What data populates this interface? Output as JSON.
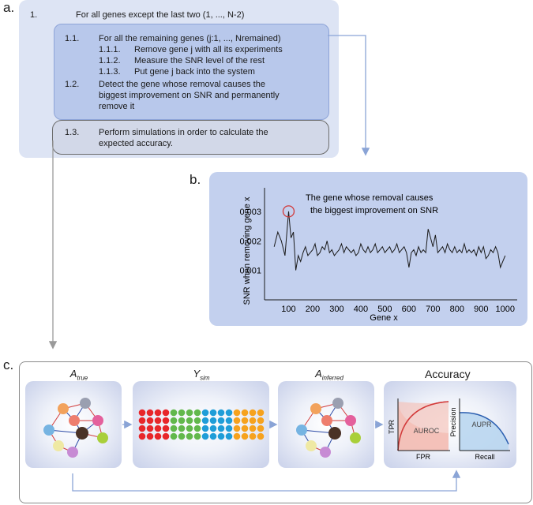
{
  "panels": {
    "a": "a.",
    "b": "b.",
    "c": "c."
  },
  "panel_a": {
    "step1": {
      "num": "1.",
      "text": "For all genes except the last two (1, ..., N-2)"
    },
    "step1_1": {
      "num": "1.1.",
      "text": "For all the remaining genes (j:1, ..., Nremained)"
    },
    "step1_1_1": {
      "num": "1.1.1.",
      "text": "Remove gene j with all its experiments"
    },
    "step1_1_2": {
      "num": "1.1.2.",
      "text": "Measure the SNR level of the rest"
    },
    "step1_1_3": {
      "num": "1.1.3.",
      "text": "Put gene j back into the system"
    },
    "step1_2": {
      "num": "1.2.",
      "line1": "Detect the gene whose removal causes the",
      "line2": "biggest improvement on SNR and permanently",
      "line3": "remove it"
    },
    "step1_3": {
      "num": "1.3.",
      "line1": "Perform simulations in order to calculate the",
      "line2": "expected accuracy."
    }
  },
  "panel_c": {
    "a_true": {
      "main": "A",
      "sub": "true"
    },
    "y_sim": {
      "main": "Y",
      "sub": "sim"
    },
    "a_inferred": {
      "main": "A",
      "sub": "inferred"
    },
    "accuracy": {
      "title": "Accuracy",
      "tpr": "TPR",
      "fpr": "FPR",
      "auroc": "AUROC",
      "precision": "Precision",
      "recall": "Recall",
      "aupr": "AUPR"
    }
  },
  "colors": {
    "panel_bg": "#dde4f4",
    "inner_box": "#b8c8eb",
    "arrow": "#8aa4d6",
    "grid_dots": [
      "#e8262a",
      "#62b84c",
      "#1f9dd8",
      "#f6a21e"
    ]
  },
  "chart_data": {
    "type": "line",
    "title": "",
    "annotation": "The gene whose removal causes the biggest improvement on SNR",
    "xlabel": "Gene x",
    "ylabel": "SNR when removing gene x",
    "xticks": [
      100,
      200,
      300,
      400,
      500,
      600,
      700,
      800,
      900,
      1000
    ],
    "yticks": [
      0.001,
      0.002,
      0.003
    ],
    "xlim": [
      0,
      1050
    ],
    "ylim": [
      0,
      0.0038
    ],
    "highlight": {
      "x": 100,
      "y": 0.003
    },
    "series": [
      {
        "x": [
          40,
          55,
          70,
          85,
          100,
          110,
          120,
          130,
          140,
          150,
          160,
          170,
          180,
          190,
          200,
          210,
          220,
          230,
          240,
          250,
          260,
          270,
          280,
          290,
          300,
          310,
          320,
          330,
          340,
          350,
          360,
          370,
          380,
          390,
          400,
          410,
          420,
          430,
          440,
          450,
          460,
          470,
          480,
          490,
          500,
          510,
          520,
          530,
          540,
          550,
          560,
          570,
          580,
          590,
          600,
          610,
          620,
          630,
          640,
          650,
          660,
          670,
          680,
          690,
          700,
          710,
          720,
          730,
          740,
          750,
          760,
          770,
          780,
          790,
          800,
          810,
          820,
          830,
          840,
          850,
          860,
          870,
          880,
          890,
          900,
          910,
          920,
          930,
          940,
          950,
          960,
          970,
          980,
          990,
          1000
        ],
        "y": [
          0.0018,
          0.0023,
          0.002,
          0.0015,
          0.003,
          0.0021,
          0.0023,
          0.001,
          0.0015,
          0.0013,
          0.0016,
          0.0018,
          0.0015,
          0.0016,
          0.0017,
          0.0019,
          0.0015,
          0.0016,
          0.0018,
          0.0017,
          0.002,
          0.0016,
          0.0017,
          0.0015,
          0.0016,
          0.0017,
          0.0019,
          0.0016,
          0.0018,
          0.0017,
          0.0016,
          0.0017,
          0.0015,
          0.0016,
          0.0019,
          0.0017,
          0.0016,
          0.0018,
          0.0016,
          0.0017,
          0.0019,
          0.0016,
          0.0017,
          0.0018,
          0.0016,
          0.0017,
          0.0018,
          0.0016,
          0.0017,
          0.0019,
          0.0016,
          0.0017,
          0.0018,
          0.0016,
          0.0011,
          0.0016,
          0.0017,
          0.0015,
          0.0018,
          0.0016,
          0.0017,
          0.0016,
          0.0024,
          0.0021,
          0.0018,
          0.0022,
          0.0016,
          0.0017,
          0.0018,
          0.0016,
          0.0019,
          0.0017,
          0.0016,
          0.0018,
          0.0016,
          0.0017,
          0.0016,
          0.0019,
          0.0016,
          0.0017,
          0.0016,
          0.0017,
          0.0015,
          0.0018,
          0.0016,
          0.0018,
          0.0014,
          0.0015,
          0.0017,
          0.0016,
          0.0018,
          0.0016,
          0.0011,
          0.0013,
          0.0015
        ]
      }
    ]
  }
}
